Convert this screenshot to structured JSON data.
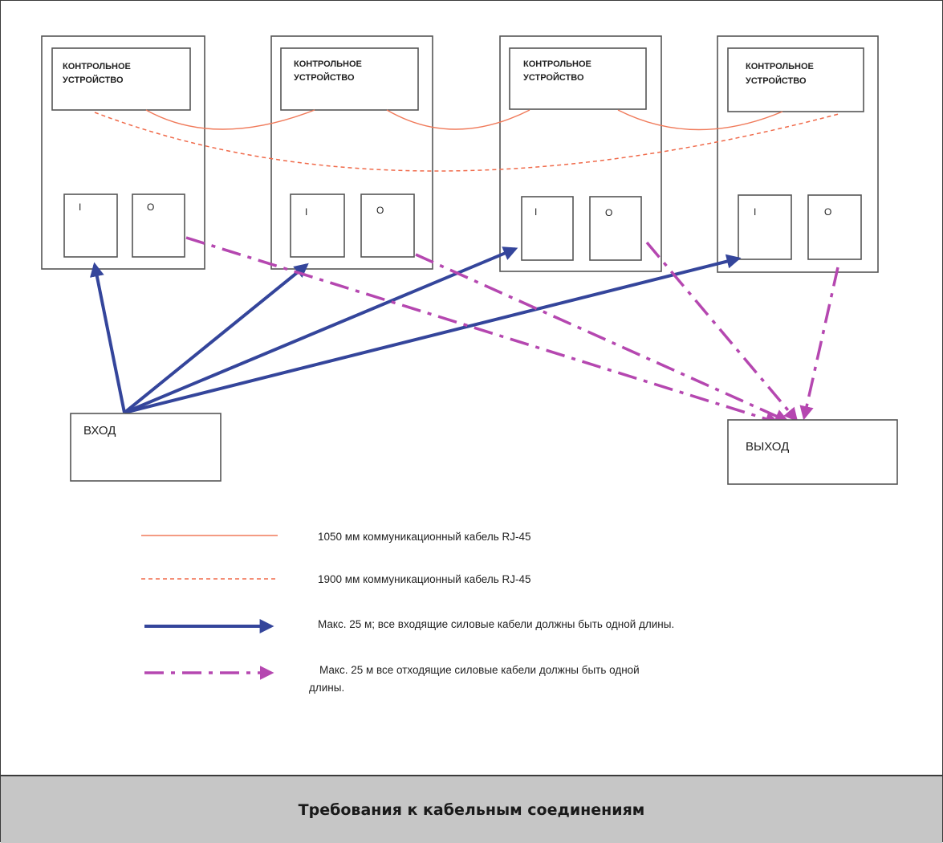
{
  "diagram": {
    "units": [
      {
        "controller_lines": [
          "КОНТРОЛЬНОЕ",
          "УСТРОЙСТВО"
        ],
        "input_label": "I",
        "output_label": "O"
      },
      {
        "controller_lines": [
          "КОНТРОЛЬНОЕ",
          "УСТРОЙСТВО"
        ],
        "input_label": "I",
        "output_label": "O"
      },
      {
        "controller_lines": [
          "КОНТРОЛЬНОЕ",
          "УСТРОЙСТВО"
        ],
        "input_label": "I",
        "output_label": "O"
      },
      {
        "controller_lines": [
          "КОНТРОЛЬНОЕ",
          "УСТРОЙСТВО"
        ],
        "input_label": "I",
        "output_label": "O"
      }
    ],
    "input_box_label": "ВХОД",
    "output_box_label": "ВЫХОД"
  },
  "legend": {
    "items": [
      {
        "text": "1050 мм коммуникационный кабель RJ-45",
        "color": "#f07a5a"
      },
      {
        "text": "1900 мм коммуникационный кабель RJ-45",
        "color": "#f06a4a"
      },
      {
        "text": "Макс. 25 м; все входящие силовые кабели должны быть одной длины.",
        "color": "#34459b"
      },
      {
        "lines": [
          "Макс.  25 м все отходящие силовые кабели должны быть одной",
          "длины."
        ],
        "color": "#b547b0"
      }
    ]
  },
  "caption": "Требования к кабельным соединениям"
}
